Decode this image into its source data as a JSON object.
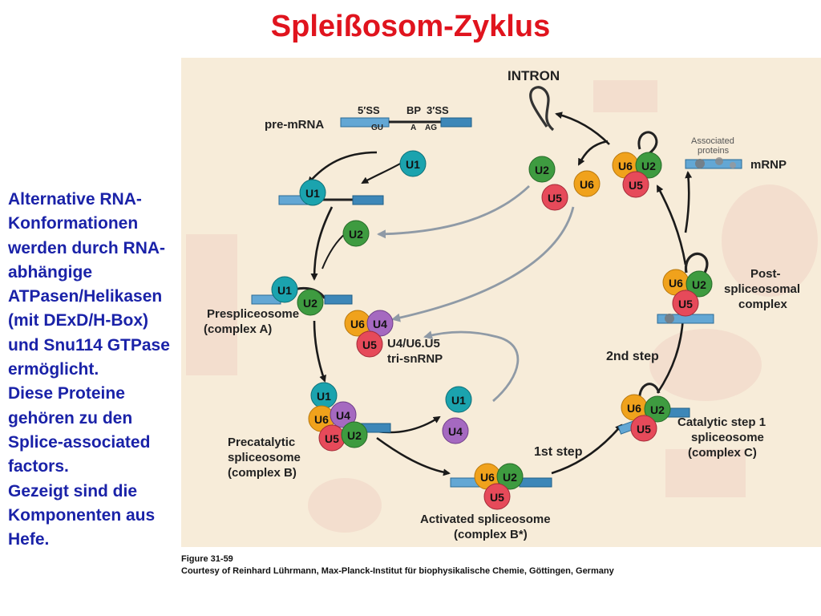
{
  "title": "Spleißosom-Zyklus",
  "side_text": [
    "Alternative RNA-",
    "Konformationen",
    "werden durch RNA-",
    "abhängige",
    "ATPasen/Helikasen",
    "(mit DExD/H-Box)",
    "und Snu114 GTPase",
    "ermöglicht.",
    "Diese Proteine",
    "gehören zu den",
    "Splice-associated",
    "factors.",
    "Gezeigt sind die",
    "Komponenten aus",
    "Hefe."
  ],
  "figure": {
    "intron": "INTRON",
    "pre_mrna": "pre-mRNA",
    "ss5": "5′SS",
    "bp": "BP",
    "ss3": "3′SS",
    "gu": "GU",
    "a": "A",
    "ag": "AG",
    "associated_proteins_1": "Associated",
    "associated_proteins_2": "proteins",
    "mrnp": "mRNP",
    "presplice_1": "Prespliceosome",
    "presplice_2": "(complex A)",
    "tri_1": "U4/U6.U5",
    "tri_2": "tri-snRNP",
    "precat_1": "Precatalytic",
    "precat_2": "spliceosome",
    "precat_3": "(complex B)",
    "activated_1": "Activated spliceosome",
    "activated_2": "(complex B*)",
    "step1": "1st step",
    "catalytic_1": "Catalytic step 1",
    "catalytic_2": "spliceosome",
    "catalytic_3": "(complex C)",
    "step2": "2nd step",
    "post_1": "Post-",
    "post_2": "spliceosomal",
    "post_3": "complex",
    "u1": "U1",
    "u2": "U2",
    "u4": "U4",
    "u5": "U5",
    "u6": "U6"
  },
  "caption": {
    "figure": "Figure 31-59",
    "courtesy": "Courtesy of Reinhard Lührmann, Max-Planck-Institut für biophysikalische Chemie, Göttingen, Germany"
  },
  "colors": {
    "title": "#e0141e",
    "side_text": "#1a22a8",
    "background": "#f7ecd9",
    "u1": "#1ba3ae",
    "u2": "#3e9b40",
    "u4": "#a569c0",
    "u5": "#e64a5a",
    "u6": "#f0a21c",
    "rna_exon": "#63a7d4"
  }
}
